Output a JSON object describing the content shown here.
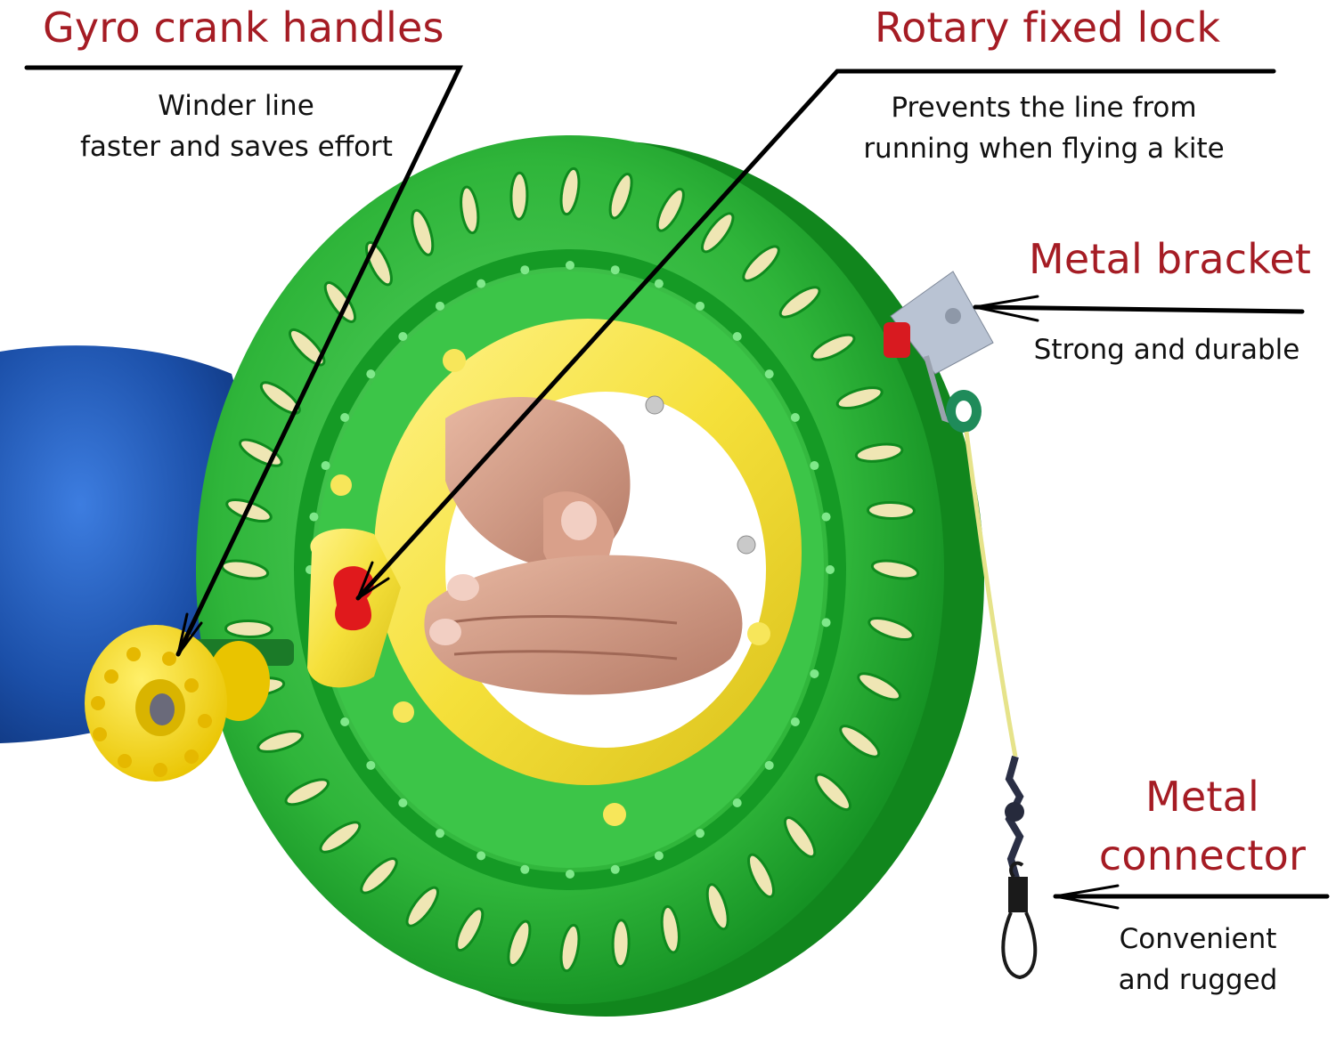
{
  "infographic": {
    "subject": "Kite reel winder",
    "colors": {
      "title_text": "#a51c24",
      "body_text": "#111111",
      "reel_green": "#2fb53a",
      "reel_green_dark": "#0f8a1e",
      "handle_yellow": "#f5e03a",
      "knob_yellow": "#f7d81c",
      "lock_red": "#e0191c",
      "sleeve_blue": "#1b4fa8",
      "leader_line": "#000000"
    },
    "callouts": [
      {
        "id": "gyro-crank-handles",
        "title": "Gyro crank handles",
        "description": [
          "Winder line",
          "faster and saves effort"
        ],
        "points_to": "yellow crank knob"
      },
      {
        "id": "rotary-fixed-lock",
        "title": "Rotary fixed lock",
        "description": [
          "Prevents the line from",
          "running when flying a kite"
        ],
        "points_to": "red lock on handle"
      },
      {
        "id": "metal-bracket",
        "title": "Metal bracket",
        "description": [
          "Strong and durable"
        ],
        "points_to": "metal line guide bracket"
      },
      {
        "id": "metal-connector",
        "title": [
          "Metal",
          "connector"
        ],
        "description": [
          "Convenient",
          "and rugged"
        ],
        "points_to": "snap swivel clip"
      }
    ]
  }
}
